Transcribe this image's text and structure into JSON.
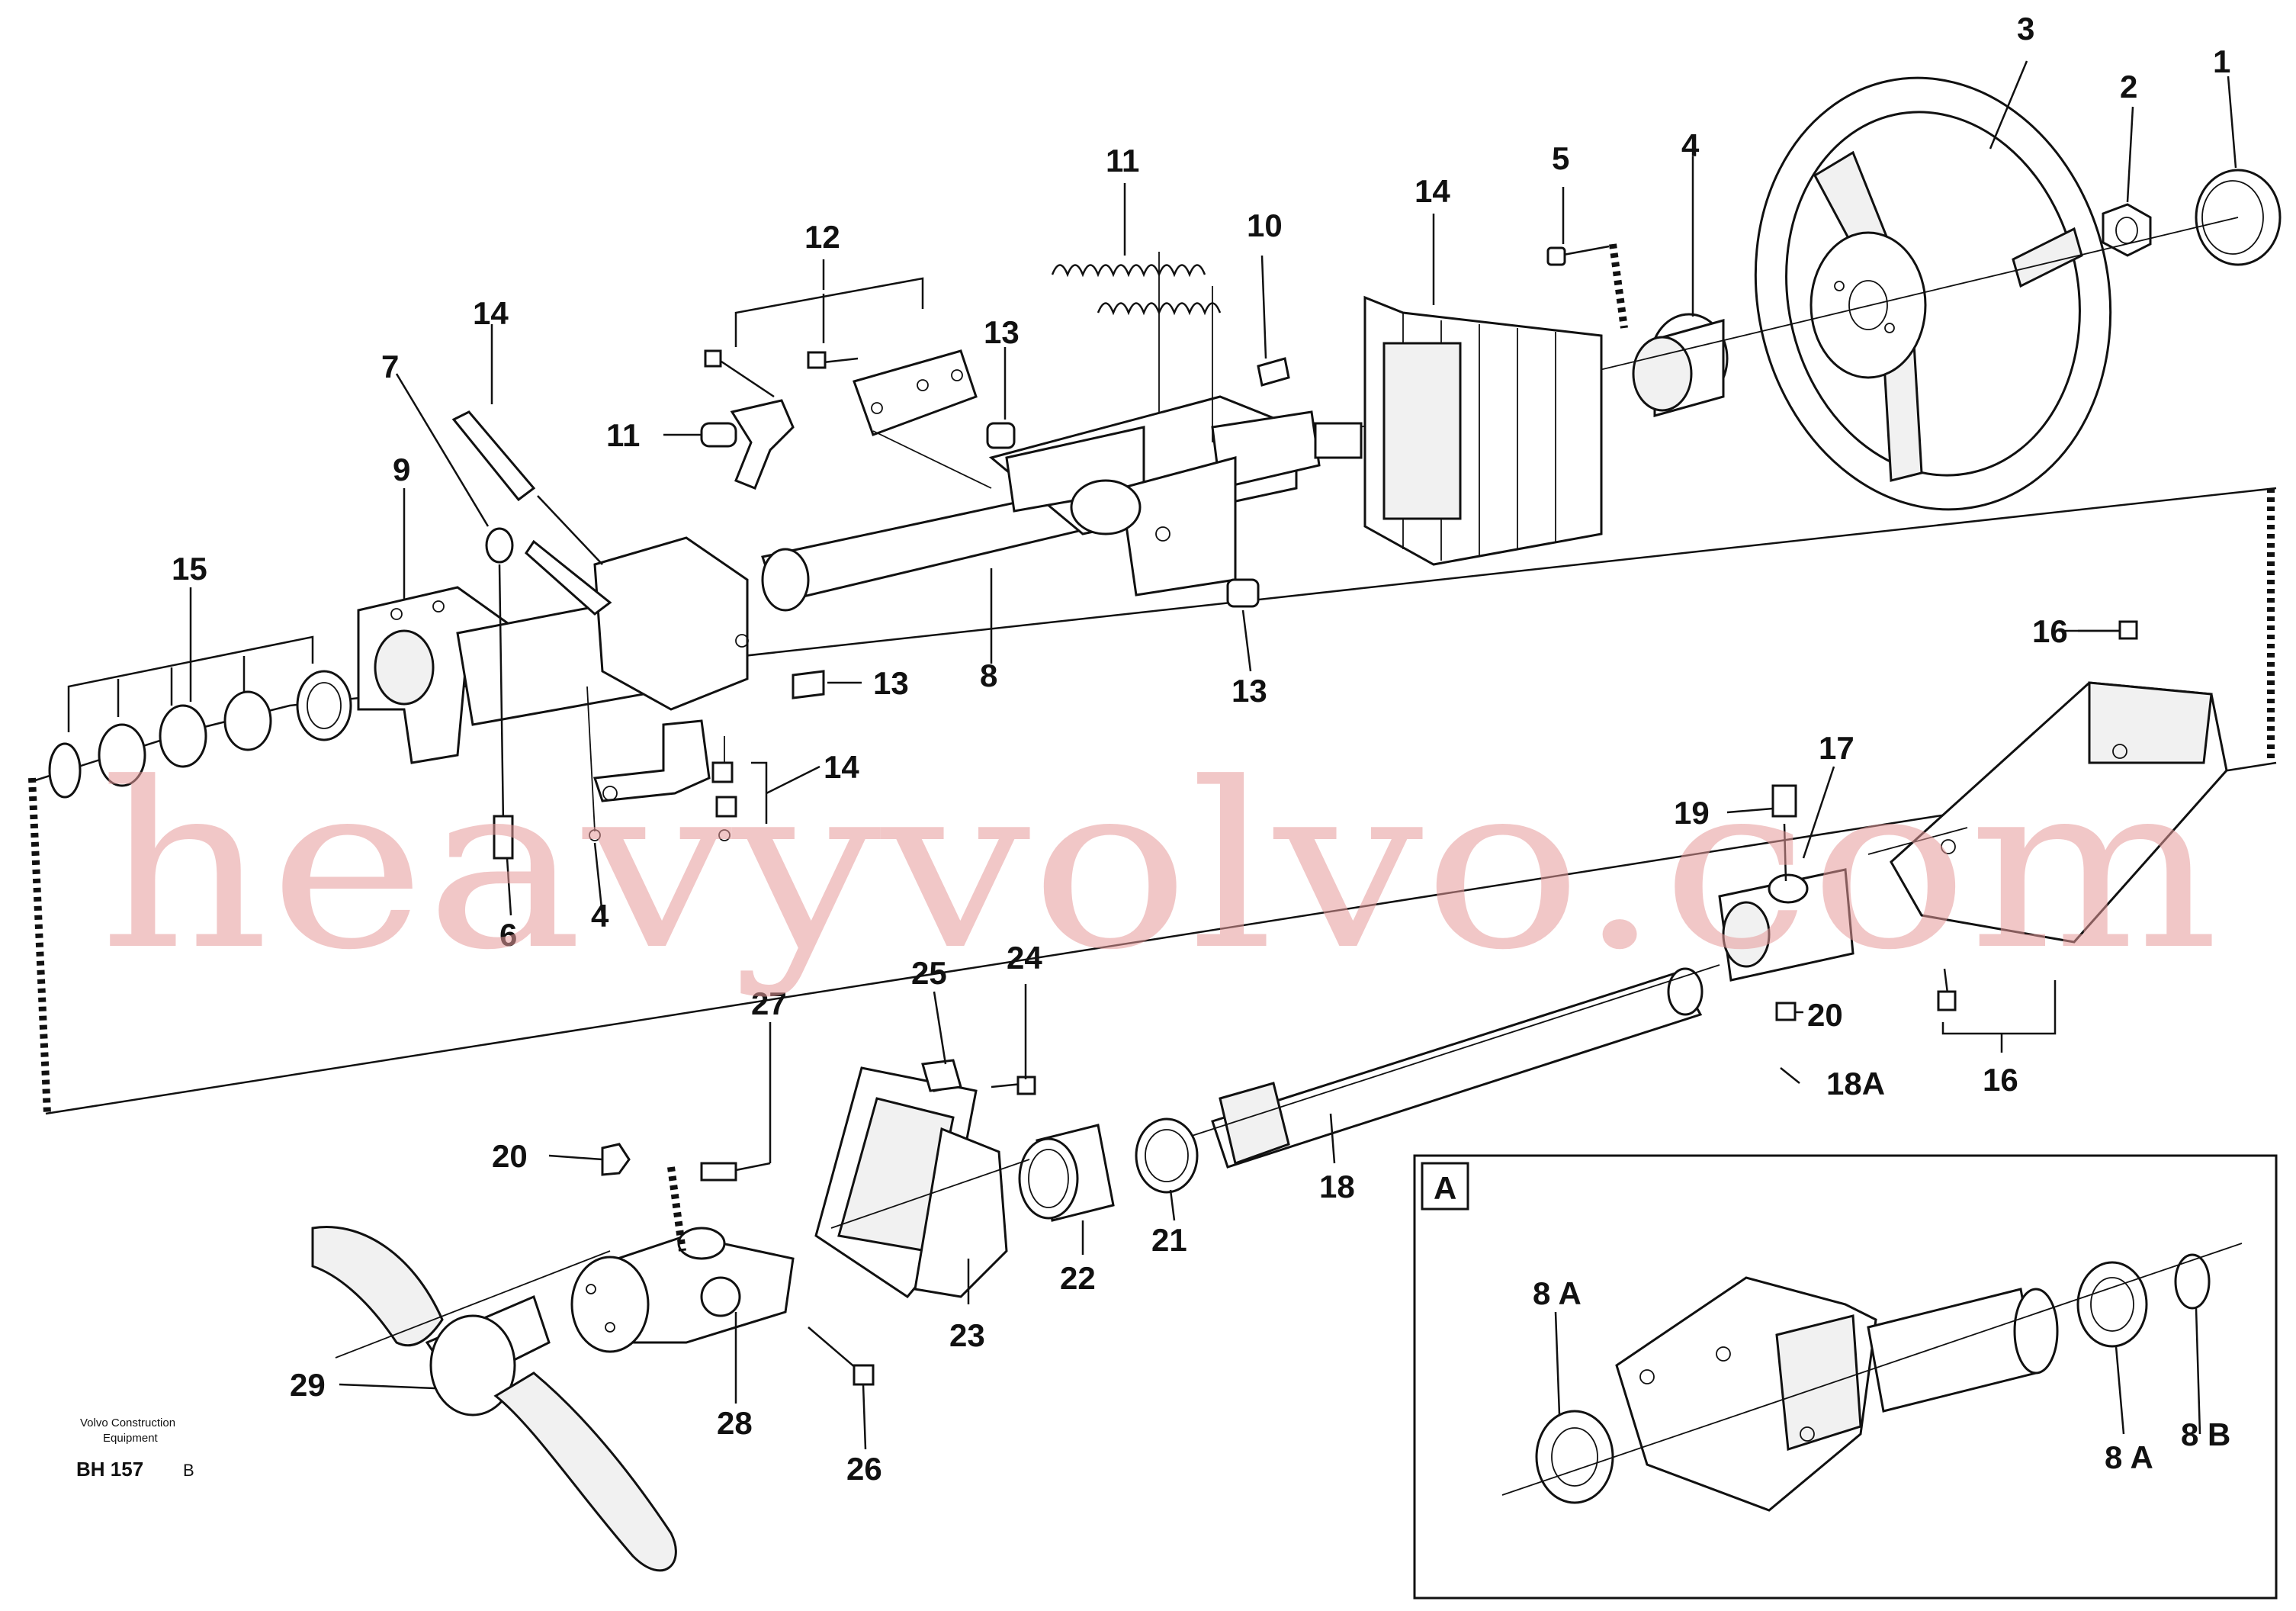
{
  "footer": {
    "company_line1": "Volvo Construction",
    "company_line2": "Equipment",
    "drawing_code": "BH 157",
    "revision": "B"
  },
  "watermark": "heavyvolvo.com",
  "inset": {
    "label": "A"
  },
  "callouts": [
    {
      "id": "c1",
      "text": "1"
    },
    {
      "id": "c2",
      "text": "2"
    },
    {
      "id": "c3",
      "text": "3"
    },
    {
      "id": "c4a",
      "text": "4"
    },
    {
      "id": "c5",
      "text": "5"
    },
    {
      "id": "c14a",
      "text": "14"
    },
    {
      "id": "c10",
      "text": "10"
    },
    {
      "id": "c11a",
      "text": "11"
    },
    {
      "id": "c12",
      "text": "12"
    },
    {
      "id": "c13a",
      "text": "13"
    },
    {
      "id": "c11b",
      "text": "11"
    },
    {
      "id": "c14b",
      "text": "14"
    },
    {
      "id": "c7",
      "text": "7"
    },
    {
      "id": "c9",
      "text": "9"
    },
    {
      "id": "c15",
      "text": "15"
    },
    {
      "id": "c8",
      "text": "8"
    },
    {
      "id": "c13b",
      "text": "13"
    },
    {
      "id": "c13c",
      "text": "13"
    },
    {
      "id": "c14c",
      "text": "14"
    },
    {
      "id": "c6",
      "text": "6"
    },
    {
      "id": "c4b",
      "text": "4"
    },
    {
      "id": "c16a",
      "text": "16"
    },
    {
      "id": "c17",
      "text": "17"
    },
    {
      "id": "c19",
      "text": "19"
    },
    {
      "id": "c20a",
      "text": "20"
    },
    {
      "id": "c18a",
      "text": "18A"
    },
    {
      "id": "c16b",
      "text": "16"
    },
    {
      "id": "c25",
      "text": "25"
    },
    {
      "id": "c24",
      "text": "24"
    },
    {
      "id": "c27",
      "text": "27"
    },
    {
      "id": "c20b",
      "text": "20"
    },
    {
      "id": "c22",
      "text": "22"
    },
    {
      "id": "c21",
      "text": "21"
    },
    {
      "id": "c18",
      "text": "18"
    },
    {
      "id": "c23",
      "text": "23"
    },
    {
      "id": "c28",
      "text": "28"
    },
    {
      "id": "c29",
      "text": "29"
    },
    {
      "id": "c26",
      "text": "26"
    },
    {
      "id": "c8a1",
      "text": "8 A"
    },
    {
      "id": "c8a2",
      "text": "8 A"
    },
    {
      "id": "c8b",
      "text": "8 B"
    }
  ]
}
